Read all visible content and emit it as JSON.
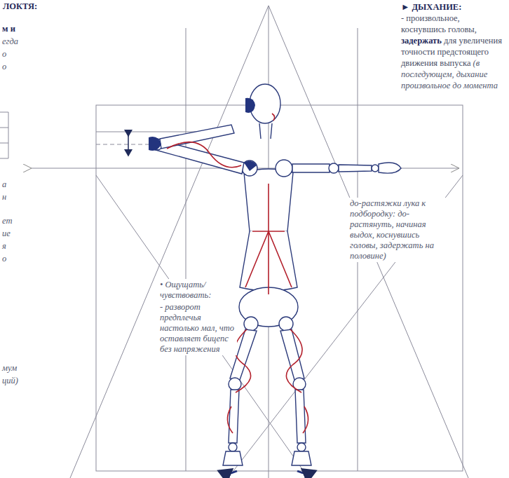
{
  "diagram": {
    "labels": [
      "ЛОКТЯ:",
      "м и",
      "егда",
      "о",
      "о",
      "а",
      "н",
      "ет",
      "ие",
      "я",
      "о",
      "мум",
      "ций)",
      "► ДЫХАНИЕ:",
      "- произвольное, коснувшись головы,",
      "задержать",
      "для увеличения точности предстоящего движения выпуска",
      "(в последующем, дыхание произвольное до момента",
      "до-растяжки лука к подбородку: до-растянуть, начиная выдох, коснувшись головы, задержать на половине)",
      "• Ощущать/ чувствовать:",
      "- разворот предплечья настолько мал, что оставляет бицепс без напряжения"
    ]
  }
}
